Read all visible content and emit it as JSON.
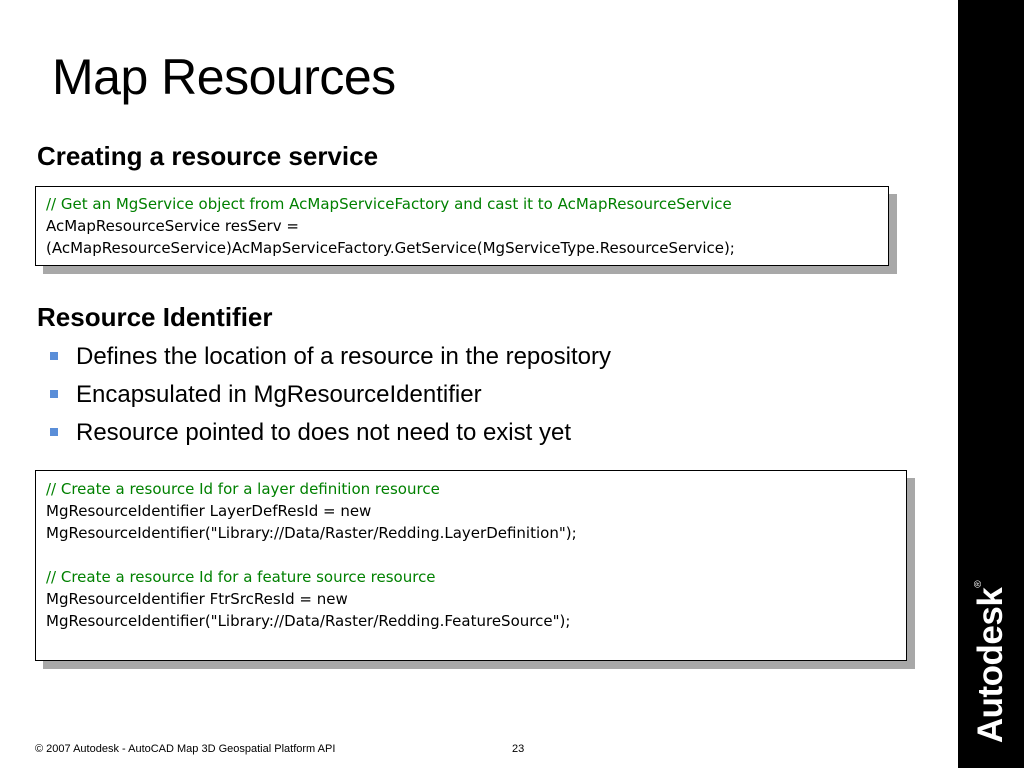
{
  "slide": {
    "title": "Map Resources",
    "section1": {
      "heading": "Creating a resource service",
      "code": [
        {
          "text": "// Get an MgService object from AcMapServiceFactory and cast it to AcMapResourceService",
          "comment": true
        },
        {
          "text": "AcMapResourceService resServ =",
          "comment": false
        },
        {
          "text": "(AcMapResourceService)AcMapServiceFactory.GetService(MgServiceType.ResourceService);",
          "comment": false
        }
      ]
    },
    "section2": {
      "heading": "Resource Identifier",
      "bullets": [
        "Defines the location of a resource in the repository",
        "Encapsulated in MgResourceIdentifier",
        "Resource pointed to does not need to exist yet"
      ],
      "code": [
        {
          "text": "// Create a resource Id for a layer definition resource",
          "comment": true
        },
        {
          "text": "MgResourceIdentifier LayerDefResId = new",
          "comment": false
        },
        {
          "text": "MgResourceIdentifier(\"Library://Data/Raster/Redding.LayerDefinition\");",
          "comment": false
        },
        {
          "text": "",
          "comment": false
        },
        {
          "text": "// Create a resource Id for a feature source resource",
          "comment": true
        },
        {
          "text": "MgResourceIdentifier FtrSrcResId = new",
          "comment": false
        },
        {
          "text": "MgResourceIdentifier(\"Library://Data/Raster/Redding.FeatureSource\");",
          "comment": false
        }
      ]
    },
    "footer": {
      "copyright": "© 2007 Autodesk - AutoCAD Map 3D Geospatial Platform API",
      "page_number": "23"
    },
    "logo": {
      "text": "Autodesk",
      "registered": "®"
    },
    "colors": {
      "sidebar": "#000000",
      "comment": "#008000",
      "bullet": "#5a8ed8",
      "shadow": "#a8a8a8"
    }
  }
}
